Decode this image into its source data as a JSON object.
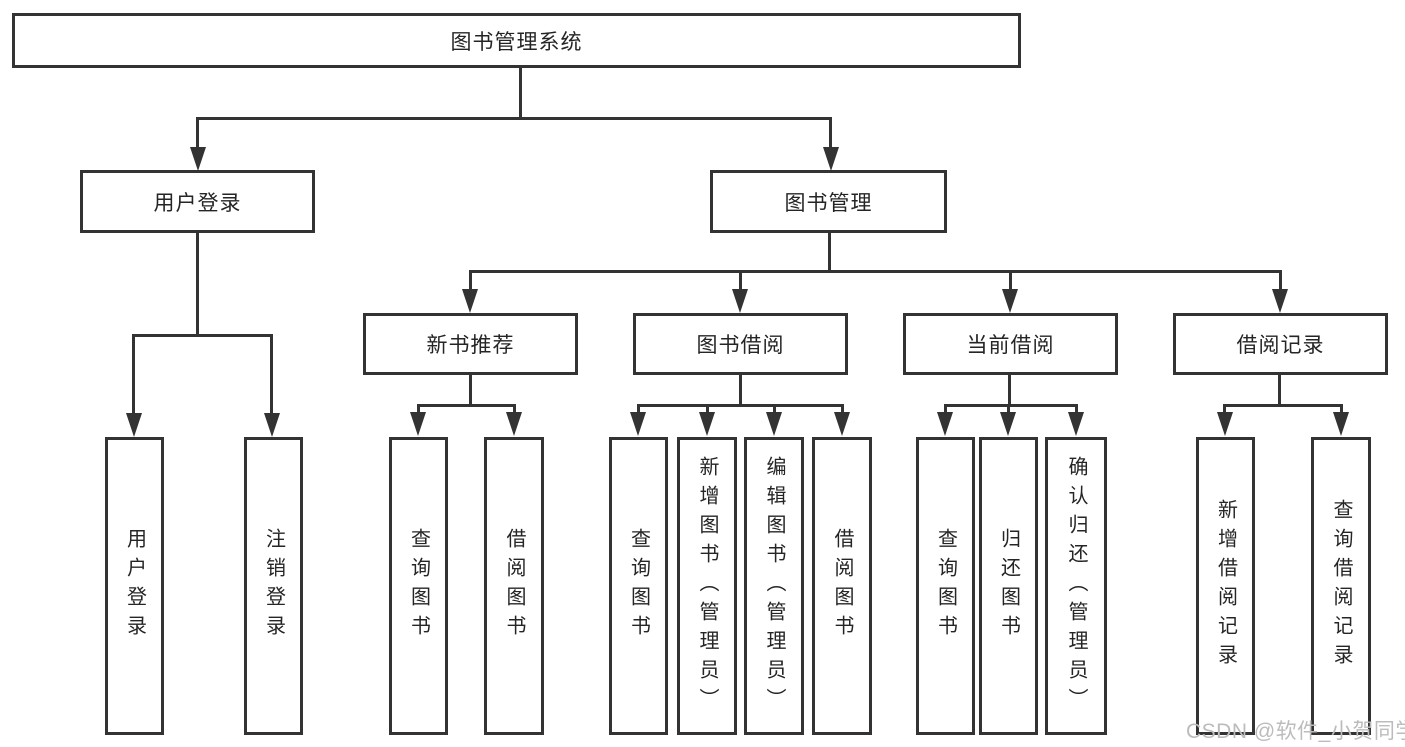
{
  "nodes": {
    "root": {
      "label": "图书管理系统"
    },
    "userLogin": {
      "label": "用户登录"
    },
    "bookMgmt": {
      "label": "图书管理"
    },
    "newBookRec": {
      "label": "新书推荐"
    },
    "bookBorrow": {
      "label": "图书借阅"
    },
    "currentBorrow": {
      "label": "当前借阅"
    },
    "borrowRecord": {
      "label": "借阅记录"
    },
    "loginLeaf": {
      "label": "用户登录"
    },
    "logoutLeaf": {
      "label": "注销登录"
    },
    "recQuery": {
      "label": "查询图书"
    },
    "recBorrow": {
      "label": "借阅图书"
    },
    "bbQuery": {
      "label": "查询图书"
    },
    "bbAdd": {
      "label": "新增图书（管理员）"
    },
    "bbEdit": {
      "label": "编辑图书（管理员）"
    },
    "bbBorrow": {
      "label": "借阅图书"
    },
    "cbQuery": {
      "label": "查询图书"
    },
    "cbReturn": {
      "label": "归还图书"
    },
    "cbConfirm": {
      "label": "确认归还（管理员）"
    },
    "brAdd": {
      "label": "新增借阅记录"
    },
    "brQuery": {
      "label": "查询借阅记录"
    }
  },
  "watermark": {
    "text": "CSDN @软件_小贺同学"
  },
  "colors": {
    "line": "#333333",
    "text": "#252525",
    "watermark": "#bcbcbc",
    "background": "#ffffff"
  }
}
